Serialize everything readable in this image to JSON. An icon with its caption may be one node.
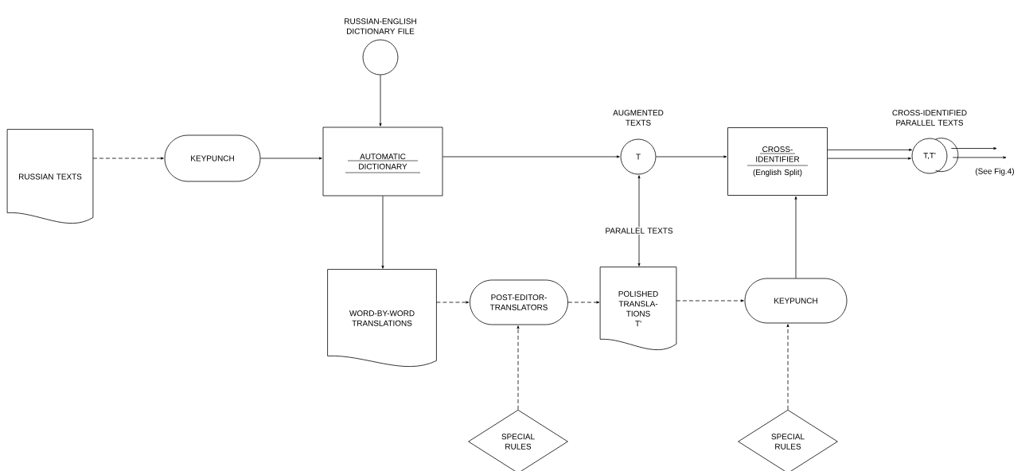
{
  "diagram": {
    "nodes": [
      {
        "text": [
          "RUSSIAN TEXTS"
        ]
      },
      {
        "text": [
          "KEYPUNCH"
        ]
      },
      {
        "text": [
          "RUSSIAN-ENGLISH DICTIONARY FILE"
        ]
      },
      {
        "text": [
          "AUTOMATIC DICTIONARY"
        ]
      },
      {
        "text": [
          "AUGMENTED TEXTS",
          "T"
        ]
      },
      {
        "text": [
          "CROSS-IDENTIFIER",
          "(English Split)"
        ]
      },
      {
        "text": [
          "CROSS-IDENTIFIED PARALLEL TEXTS",
          "T,T'"
        ],
        "beside": [
          "(See Fig.4)"
        ]
      },
      {
        "text": [
          "WORD-BY-WORD TRANSLATIONS"
        ]
      },
      {
        "text": [
          "POST-EDITOR-TRANSLATORS"
        ]
      },
      {
        "text": [
          "PARALLEL TEXTS"
        ]
      },
      {
        "text": [
          "POLISHED TRANSLA-TIONS",
          "T'"
        ]
      },
      {
        "text": [
          "KEYPUNCH"
        ]
      },
      {
        "text": [
          "SPECIAL RULES"
        ]
      },
      {
        "text": [
          "SPECIAL RULES"
        ]
      }
    ],
    "edges": [
      {
        "from": 0,
        "to": 1,
        "arrow": "to",
        "style": "dashed"
      },
      {
        "from": 1,
        "to": 3,
        "arrow": "to"
      },
      {
        "from": 2,
        "to": 3,
        "arrow": "to"
      },
      {
        "from": 3,
        "to": 4,
        "arrow": "to"
      },
      {
        "from": 9,
        "to": 4,
        "arrow": "to"
      },
      {
        "from": 4,
        "to": 5,
        "arrow": "to"
      },
      {
        "from": 5,
        "to": 6,
        "arrow": "to"
      },
      {
        "from": 5,
        "to": 6,
        "arrow": "to"
      },
      {
        "from": 6,
        "to": null,
        "arrow": "to"
      },
      {
        "from": 6,
        "to": null,
        "arrow": "to"
      },
      {
        "from": 3,
        "to": 7,
        "arrow": "to"
      },
      {
        "from": 7,
        "to": 8,
        "arrow": "to",
        "style": "dashed"
      },
      {
        "from": 12,
        "to": 8,
        "arrow": "to",
        "style": "dashed"
      },
      {
        "from": 8,
        "to": 10,
        "arrow": "to",
        "style": "dashed"
      },
      {
        "from": 9,
        "to": 10,
        "arrow": "to"
      },
      {
        "from": 10,
        "to": 11,
        "arrow": "to",
        "style": "dashed"
      },
      {
        "from": 13,
        "to": 11,
        "arrow": "to",
        "style": "dashed"
      },
      {
        "from": 11,
        "to": 5,
        "arrow": "to"
      }
    ]
  }
}
